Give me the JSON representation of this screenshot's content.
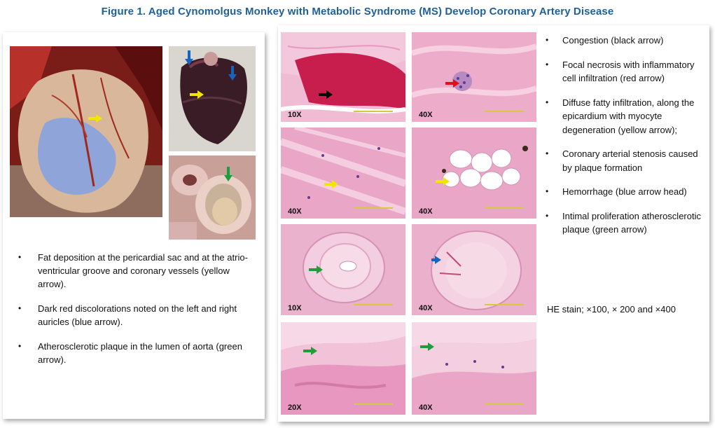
{
  "title": "Figure 1. Aged Cynomolgus Monkey with Metabolic  Syndrome (MS)  Develop Coronary Artery Disease",
  "colors": {
    "title": "#1f5f9a",
    "arrow_yellow": "#f2e600",
    "arrow_blue": "#1565c0",
    "arrow_green": "#1e9e3a",
    "arrow_red": "#e0101a",
    "arrow_black": "#000000",
    "tissue_pink": "#e9a6c8"
  },
  "left_bullets": [
    "Fat deposition at the pericardial sac and at the atrio-ventricular groove and coronary vessels (yellow arrow).",
    "Dark red discolorations noted on the left and right auricles (blue arrow).",
    "Atherosclerotic plaque in the lumen of aorta (green arrow)."
  ],
  "right_bullets": [
    "Congestion (black arrow)",
    "Focal necrosis with inflammatory cell infiltration (red arrow)",
    "Diffuse fatty infiltration, along the epicardium with myocyte degeneration (yellow arrow);",
    "Coronary  arterial stenosis caused by plaque formation",
    "Hemorrhage  (blue arrow head)",
    "Intimal proliferation atherosclerotic plaque (green arrow)"
  ],
  "stain_note": "HE stain; ×100, × 200 and ×400",
  "micrographs": [
    {
      "mag": "10X",
      "arrow": "black"
    },
    {
      "mag": "40X",
      "arrow": "red"
    },
    {
      "mag": "40X",
      "arrow": "yellow"
    },
    {
      "mag": "40X",
      "arrow": "yellow"
    },
    {
      "mag": "10X",
      "arrow": "green"
    },
    {
      "mag": "40X",
      "arrow": "blue"
    },
    {
      "mag": "20X",
      "arrow": "green"
    },
    {
      "mag": "40X",
      "arrow": "green"
    }
  ],
  "photo_arrows": {
    "heart_large": "yellow",
    "heart_small": [
      "blue",
      "blue",
      "yellow"
    ],
    "aorta": "green"
  }
}
